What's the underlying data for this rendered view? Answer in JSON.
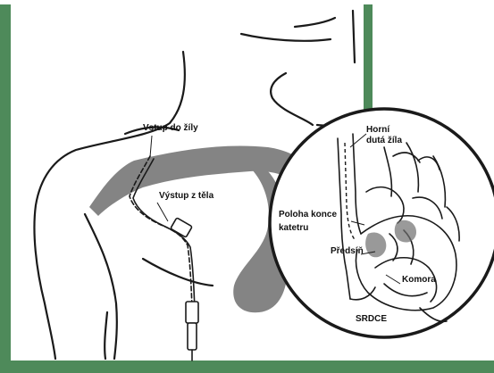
{
  "colors": {
    "frame": "#4e8a5a",
    "ink": "#1a1a1a",
    "shade": "#6f6f6f",
    "background": "#ffffff"
  },
  "labels": {
    "vein_entry": "Vstup do žíly",
    "body_exit": "Výstup z těla",
    "superior_vena_cava_line1": "Horní",
    "superior_vena_cava_line2": "dutá žíla",
    "catheter_tip_line1": "Poloha konce",
    "catheter_tip_line2": "katetru",
    "atrium": "Předsíň",
    "ventricle": "Komora",
    "heart": "SRDCE"
  }
}
